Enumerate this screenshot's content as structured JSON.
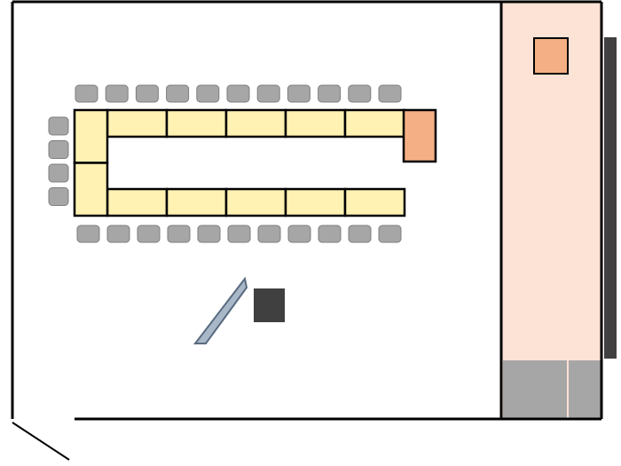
{
  "floor_plan": {
    "colors": {
      "wall": "#000000",
      "floor": "#ffffff",
      "stage_area": "#fde2d6",
      "lectern": "#f4b084",
      "table": "#fff2b3",
      "chair": "#a6a6a6",
      "chair_border": "#7f7f7f",
      "projector": "#404040",
      "screen_fill": "#a9b8c8",
      "screen_border": "#5a6b80",
      "storage": "#a6a6a6",
      "side_strip": "#404040"
    },
    "tables": {
      "top_row_count": 5,
      "bottom_row_count": 5,
      "left_end_count": 2,
      "head_table_count": 1
    },
    "chairs": {
      "top_row_count": 11,
      "bottom_row_count": 11,
      "left_column_count": 4
    },
    "objects": [
      "lectern",
      "head-table",
      "projector",
      "projection-screen",
      "storage-cabinet",
      "entrance-door"
    ]
  }
}
